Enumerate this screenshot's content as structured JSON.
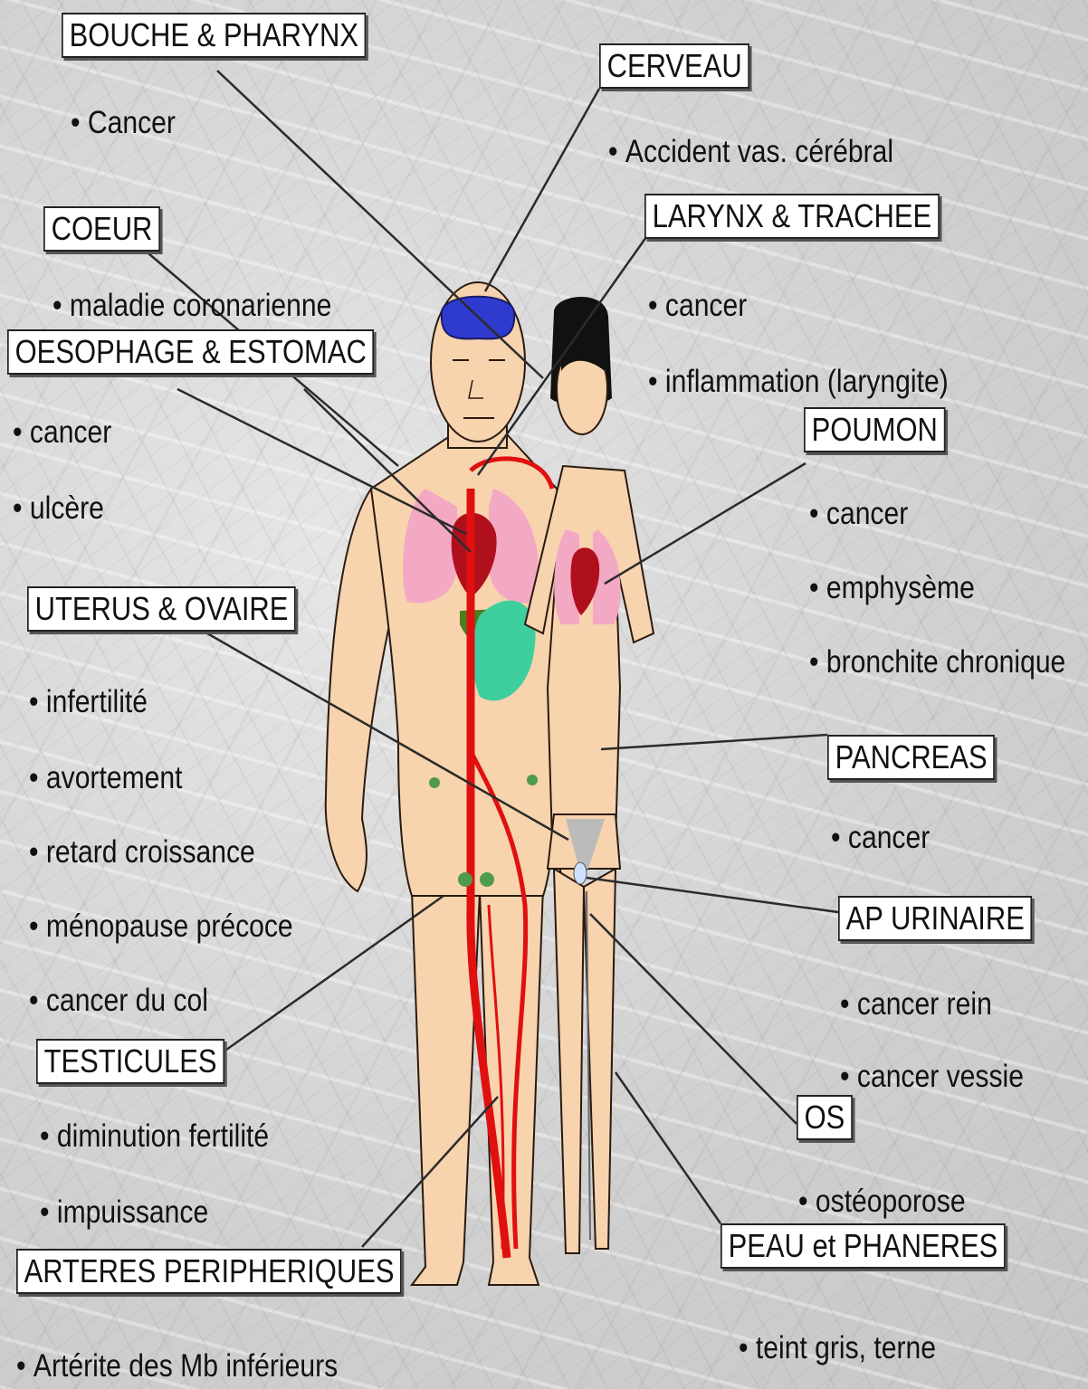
{
  "organs": [
    {
      "id": "bouche",
      "title": "BOUCHE & PHARYNX",
      "items": [
        "Cancer"
      ]
    },
    {
      "id": "cerveau",
      "title": "CERVEAU",
      "items": [
        "Accident vas. cérébral"
      ]
    },
    {
      "id": "coeur",
      "title": "COEUR",
      "items": [
        "maladie coronarienne"
      ]
    },
    {
      "id": "larynx",
      "title": "LARYNX & TRACHEE",
      "items": [
        "cancer",
        "inflammation (laryngite)"
      ]
    },
    {
      "id": "oesophage",
      "title": "OESOPHAGE & ESTOMAC",
      "items": [
        "cancer",
        "ulcère"
      ]
    },
    {
      "id": "poumon",
      "title": "POUMON",
      "items": [
        "cancer",
        "emphysème",
        "bronchite chronique"
      ]
    },
    {
      "id": "uterus",
      "title": "UTERUS & OVAIRE",
      "items": [
        "infertilité",
        "avortement",
        "retard croissance",
        "ménopause précoce",
        "cancer du col"
      ]
    },
    {
      "id": "pancreas",
      "title": "PANCREAS",
      "items": [
        "cancer"
      ]
    },
    {
      "id": "urinaire",
      "title": "AP URINAIRE",
      "items": [
        "cancer rein",
        "cancer vessie"
      ]
    },
    {
      "id": "testicules",
      "title": "TESTICULES",
      "items": [
        "diminution fertilité",
        "impuissance"
      ]
    },
    {
      "id": "os",
      "title": "OS",
      "items": [
        "ostéoporose"
      ]
    },
    {
      "id": "peau",
      "title": "PEAU et PHANERES",
      "items": [
        "teint gris, terne"
      ]
    },
    {
      "id": "arteres",
      "title": "ARTERES PERIPHERIQUES",
      "items": [
        "Artérite des Mb inférieurs"
      ]
    }
  ],
  "colors": {
    "skin": "#f7d3ae",
    "skin_outline": "#2a1a10",
    "artery": "#e01010",
    "heart": "#b0101c",
    "lung": "#f3a8c4",
    "brain": "#2f3bcf",
    "stomach": "#4e7d1e",
    "liver": "#3fcf9e",
    "hair": "#111111"
  }
}
